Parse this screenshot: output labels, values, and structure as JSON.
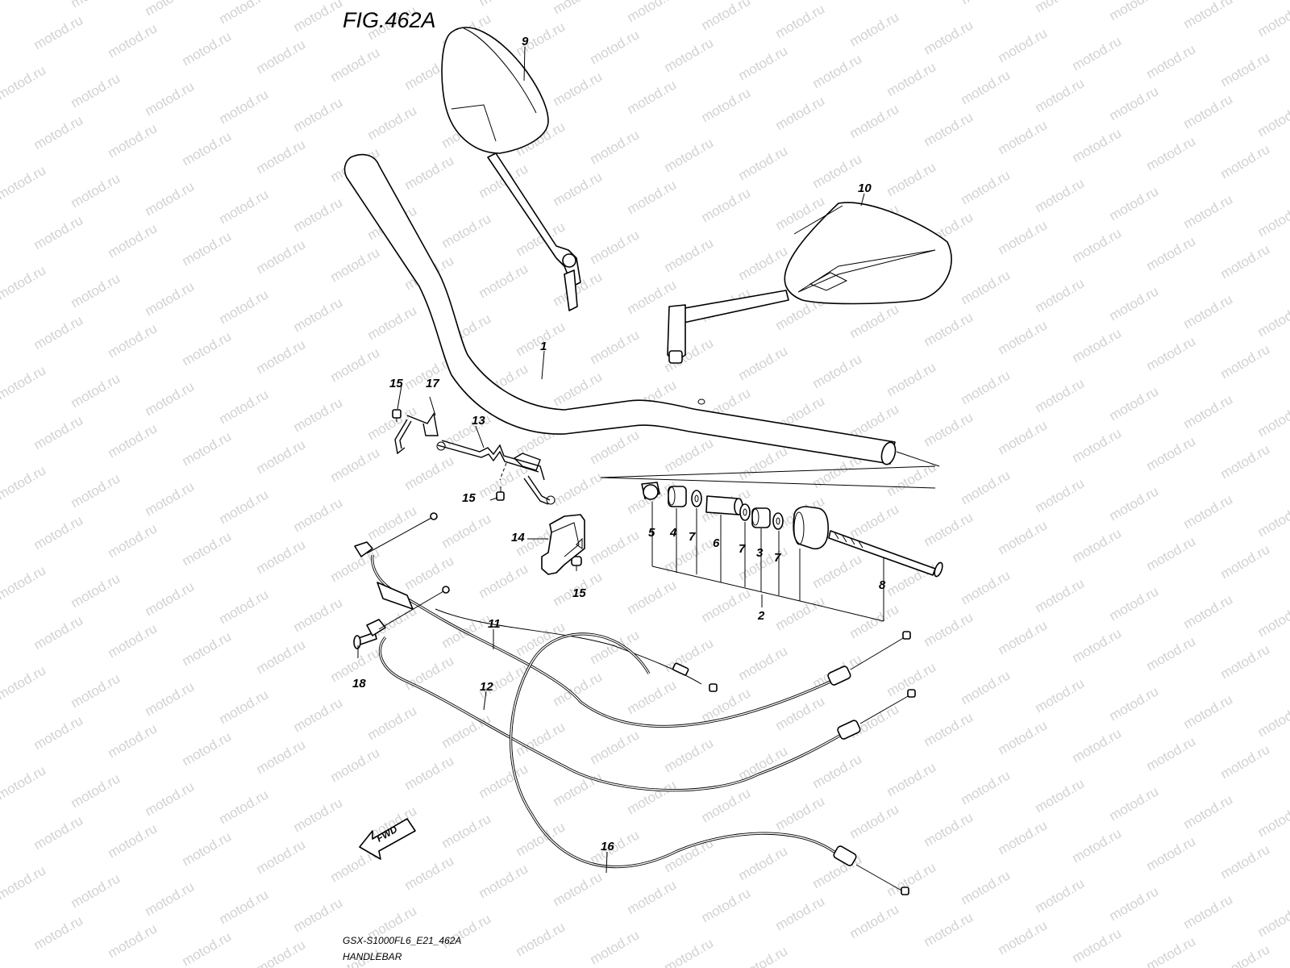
{
  "figure": {
    "title": "FIG.462A",
    "model_code": "GSX-S1000FL6_E21_462A",
    "caption": "HANDLEBAR",
    "watermark": "motod.ru",
    "fwd_label": "FWD"
  },
  "callouts": {
    "c1": "1",
    "c2": "2",
    "c3": "3",
    "c4": "4",
    "c5": "5",
    "c6": "6",
    "c7a": "7",
    "c7b": "7",
    "c7c": "7",
    "c8": "8",
    "c9": "9",
    "c10": "10",
    "c11": "11",
    "c12": "12",
    "c13": "13",
    "c14": "14",
    "c15a": "15",
    "c15b": "15",
    "c15c": "15",
    "c16": "16",
    "c17": "17",
    "c18": "18"
  },
  "colors": {
    "line": "#000000",
    "background": "#ffffff",
    "watermark": "#d2d2d2"
  }
}
